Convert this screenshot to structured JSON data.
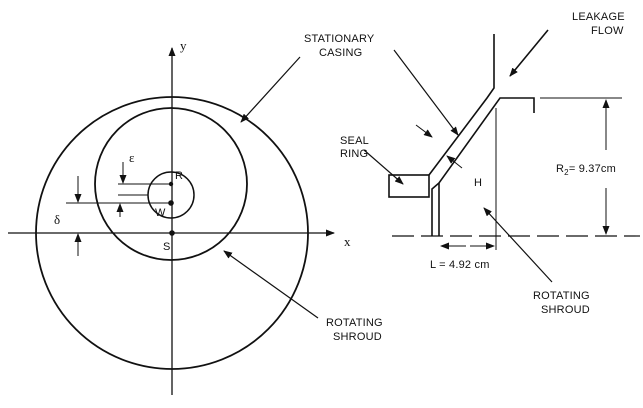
{
  "left_view": {
    "axis_y": "y",
    "axis_x": "x",
    "eps": "ε",
    "delta": "δ",
    "point_r": "R",
    "point_w": "W",
    "point_s": "S"
  },
  "labels": {
    "casing_l1": "STATIONARY",
    "casing_l2": "CASING",
    "leak_l1": "LEAKAGE",
    "leak_l2": "FLOW",
    "seal_l1": "SEAL",
    "seal_l2": "RING",
    "gap": "H",
    "radius": "R",
    "radius_sub": "2",
    "radius_val": "= 9.37cm",
    "length": "L = 4.92 cm",
    "shroud_left_l1": "ROTATING",
    "shroud_left_l2": "SHROUD",
    "shroud_right_l1": "ROTATING",
    "shroud_right_l2": "SHROUD"
  },
  "colors": {
    "ink": "#111111",
    "paper": "#ffffff"
  }
}
